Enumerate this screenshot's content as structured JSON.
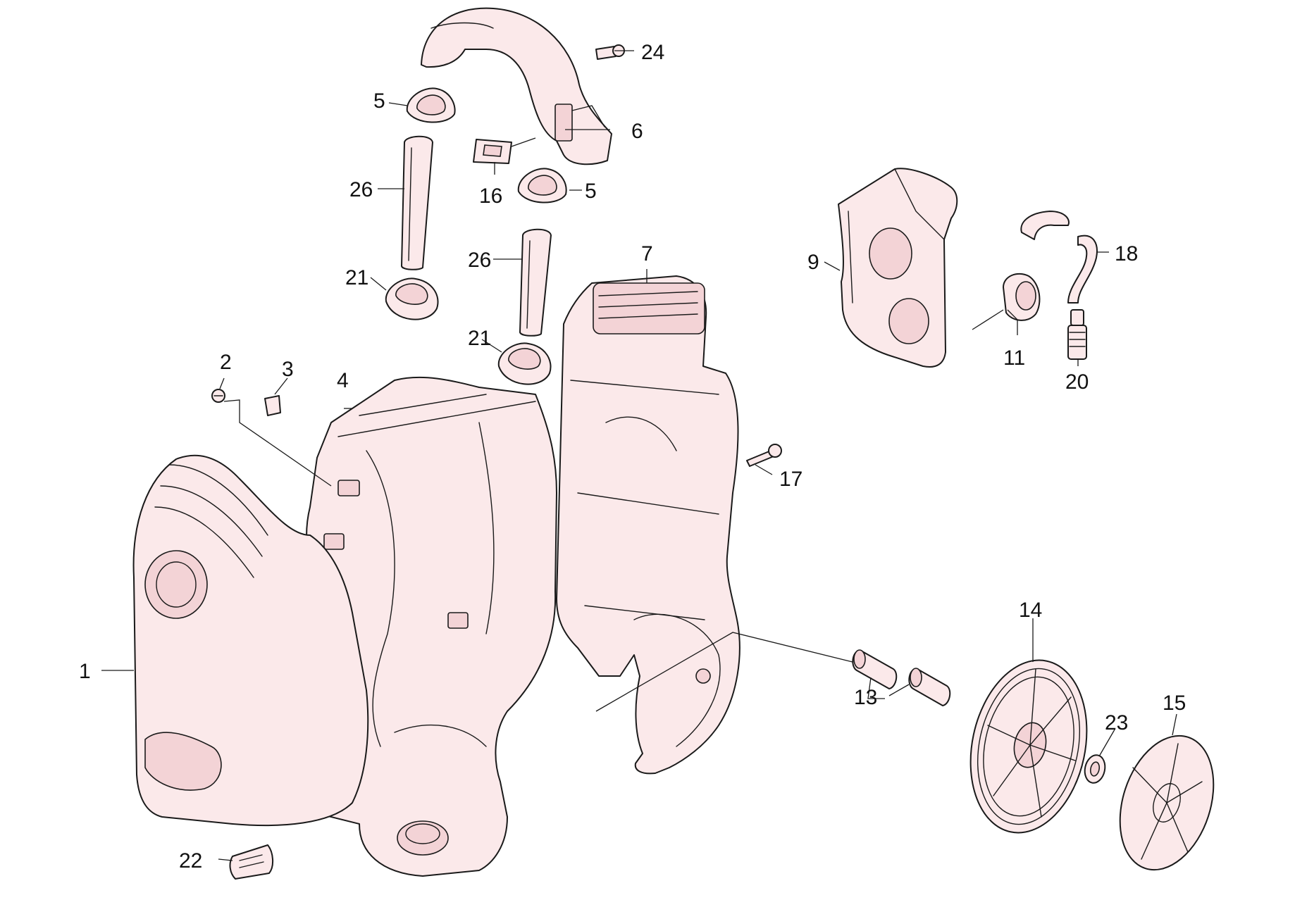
{
  "callouts": {
    "c1": "1",
    "c2": "2",
    "c3": "3",
    "c4": "4",
    "c5a": "5",
    "c5b": "5",
    "c6": "6",
    "c7": "7",
    "c9": "9",
    "c11": "11",
    "c13": "13",
    "c14": "14",
    "c15": "15",
    "c16": "16",
    "c17": "17",
    "c18": "18",
    "c20": "20",
    "c21a": "21",
    "c21b": "21",
    "c22": "22",
    "c23": "23",
    "c24": "24",
    "c26a": "26",
    "c26b": "26"
  },
  "colors": {
    "part_fill": "#fbe9ea",
    "outline": "#1a1a1a"
  }
}
